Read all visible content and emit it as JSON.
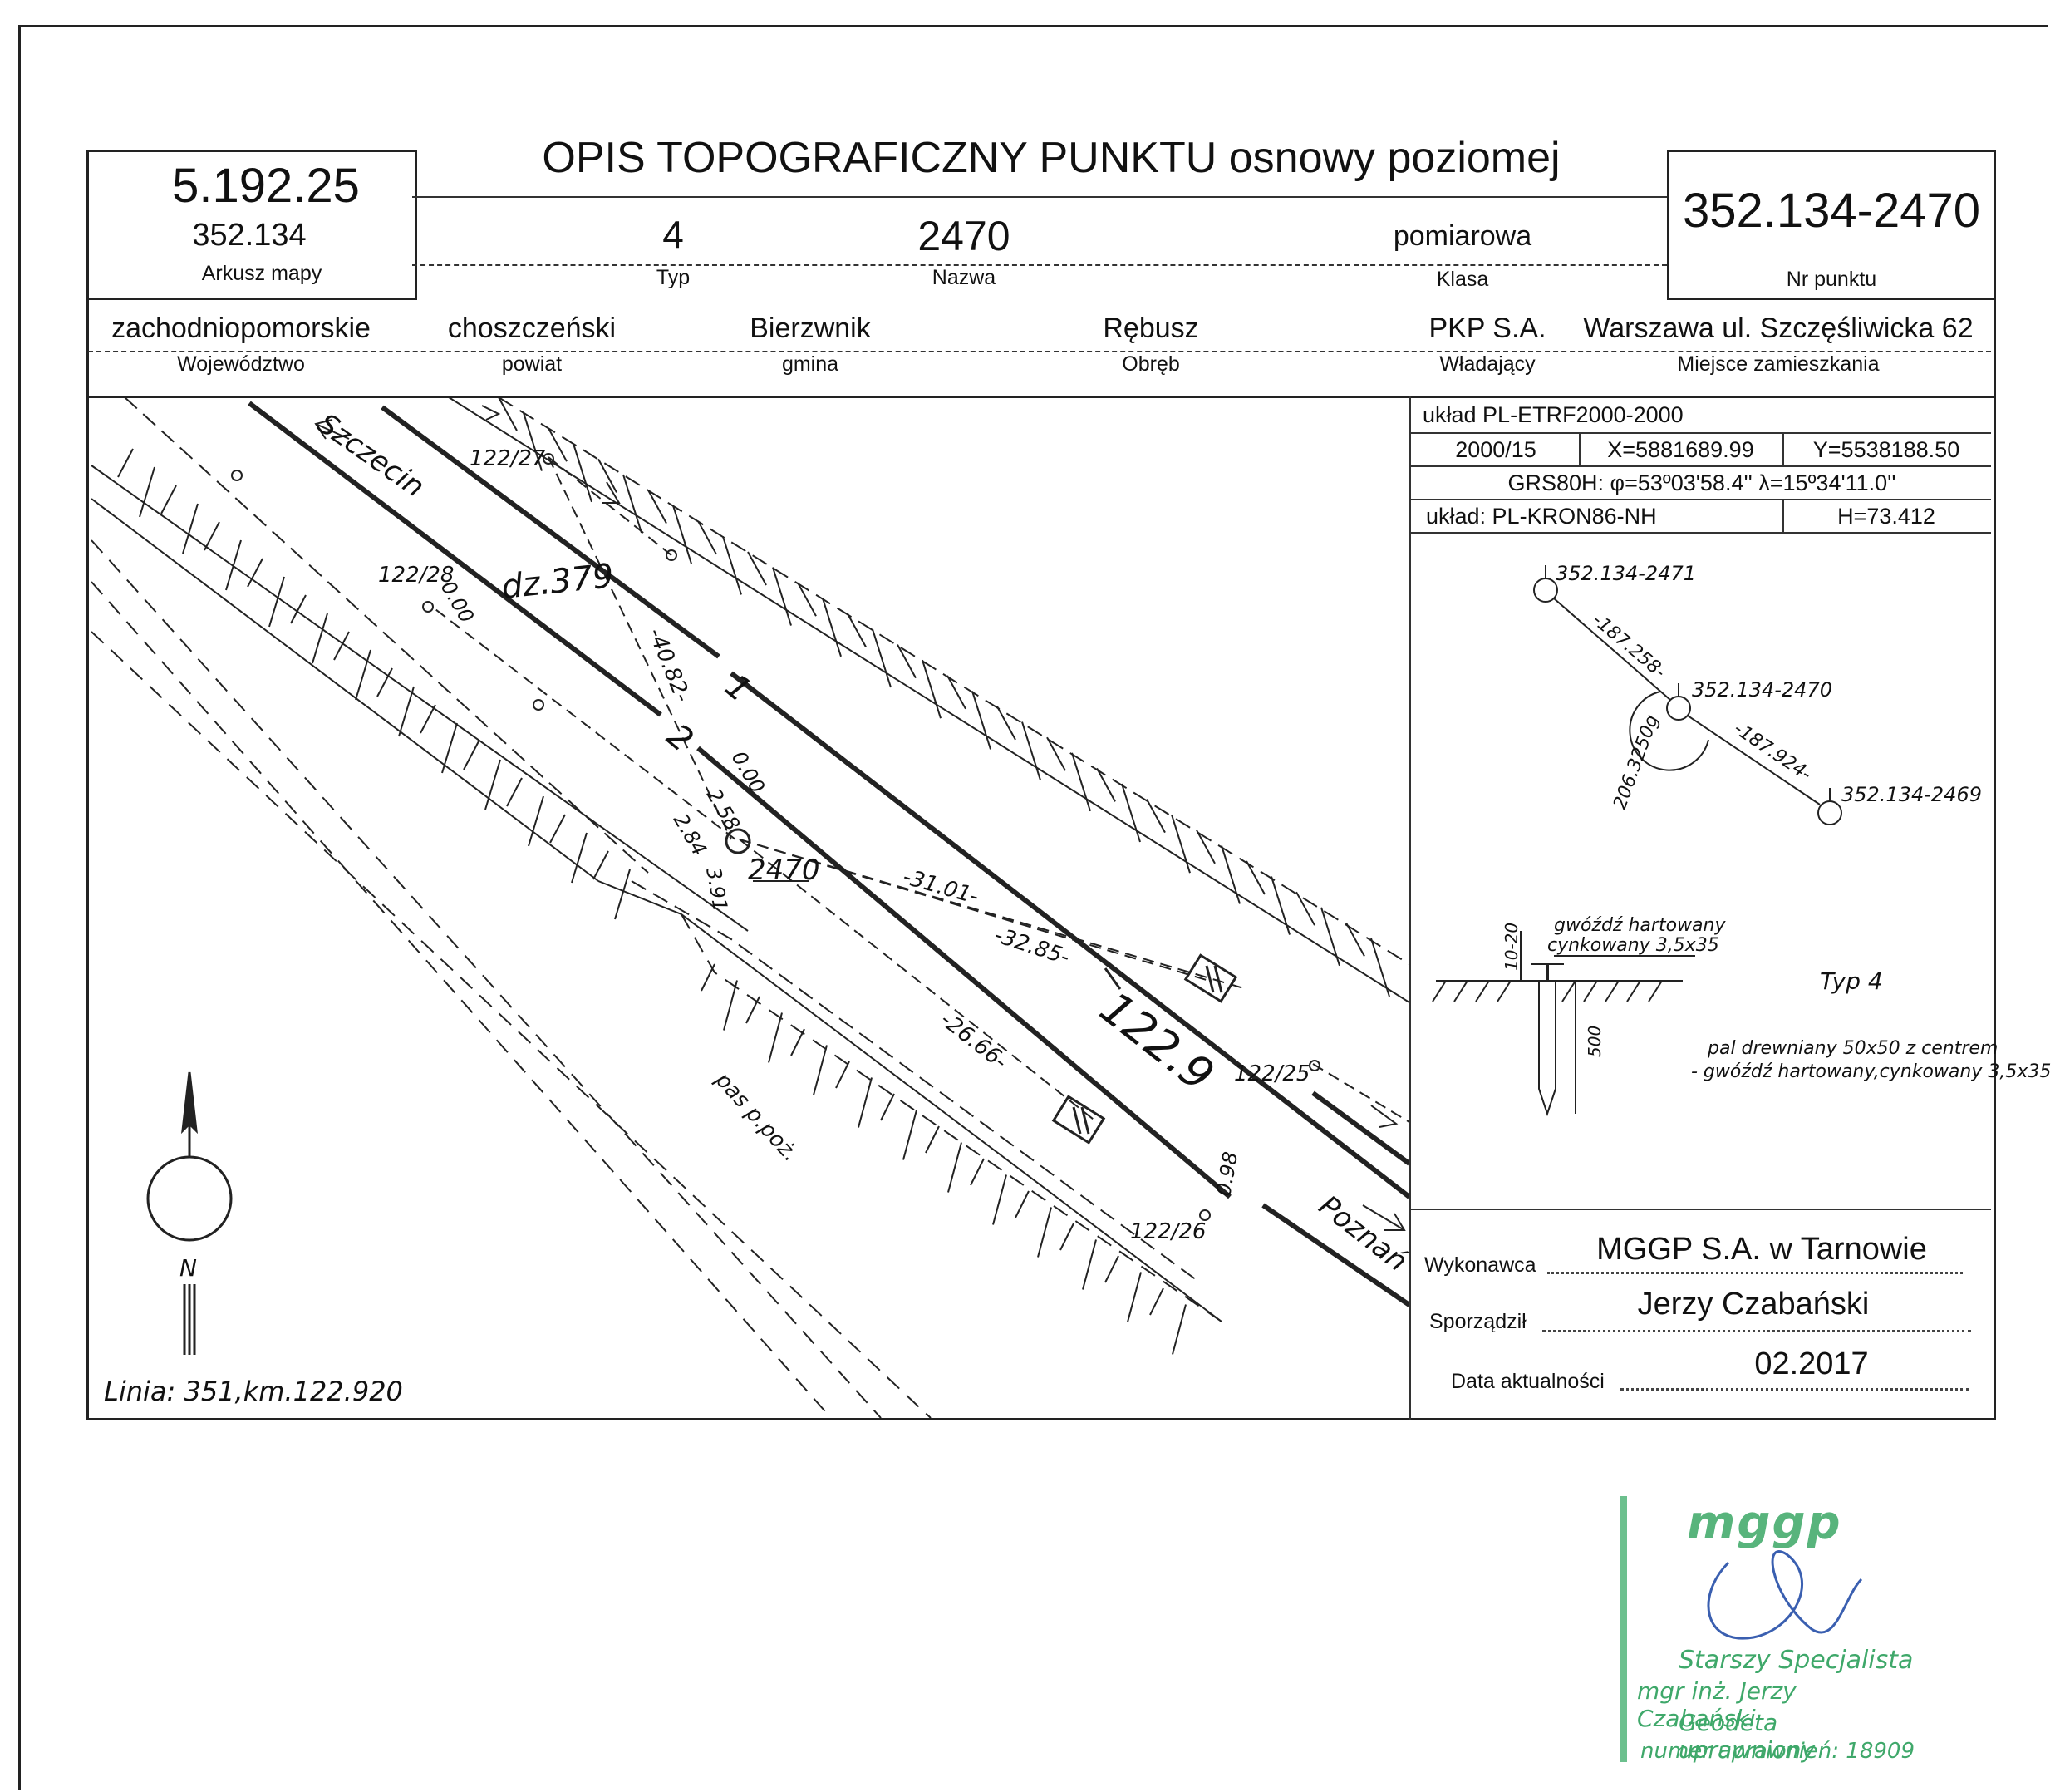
{
  "header": {
    "title": "OPIS TOPOGRAFICZNY PUNKTU osnowy poziomej",
    "sheet_code": "5.192.25",
    "sheet_number": "352.134",
    "sheet_label": "Arkusz mapy",
    "type_value": "4",
    "type_label": "Typ",
    "name_value": "2470",
    "name_label": "Nazwa",
    "class_value": "pomiarowa",
    "class_label": "Klasa",
    "point_number": "352.134-2470",
    "point_label": "Nr punktu"
  },
  "admin": {
    "voivodeship_value": "zachodniopomorskie",
    "voivodeship_label": "Województwo",
    "county_value": "choszczeński",
    "county_label": "powiat",
    "commune_value": "Bierzwnik",
    "commune_label": "gmina",
    "precinct_value": "Rębusz",
    "precinct_label": "Obręb",
    "owner_value": "PKP S.A.",
    "owner_label": "Władający",
    "residence_value": "Warszawa ul. Szczęśliwicka 62",
    "residence_label": "Miejsce zamieszkania"
  },
  "coords": {
    "system": "układ PL-ETRF2000-2000",
    "zone": "2000/15",
    "x": "X=5881689.99",
    "y": "Y=5538188.50",
    "grs": "GRS80H: φ=53º03'58.4'' λ=15º34'11.0''",
    "height_system": "układ: PL-KRON86-NH",
    "height": "H=73.412"
  },
  "network": {
    "p1": "352.134-2471",
    "p2": "352.134-2470",
    "p3": "352.134-2469",
    "d1": "-187.258-",
    "d2": "-187.924-",
    "angle": "206.3250g"
  },
  "marker": {
    "nail_line1": "gwóźdź hartowany",
    "nail_line2": "cynkowany 3,5x35",
    "depth_top": "10-20",
    "depth": "500",
    "type": "Typ 4",
    "post_line1": "pal drewniany 50x50 z centrem",
    "post_line2": "- gwóźdź hartowany,cynkowany 3,5x35"
  },
  "sketch": {
    "szczecin": "Szczecin",
    "poznan": "Poznań",
    "parcel": "dz.379",
    "point": "2470",
    "track1": "1",
    "track2": "2",
    "km": "122.9",
    "ref_12227": "122/27",
    "ref_12228": "122/28",
    "ref_12225": "122/25",
    "ref_12226": "122/26",
    "d_4082": "-40.82-",
    "d_3101": "-31.01-",
    "d_3285": "-32.85-",
    "d_2666": "-26.66-",
    "m_000a": "0.00",
    "m_000b": "0.00",
    "m_258": "2.58",
    "m_284": "2.84",
    "m_391": "3.91",
    "m_098": "0.98",
    "firebreak": "pas p.poż.",
    "north": "N",
    "line_info": "Linia: 351,km.122.920"
  },
  "footer": {
    "contractor_label": "Wykonawca",
    "contractor_value": "MGGP S.A.  w Tarnowie",
    "prepared_label": "Sporządził",
    "prepared_value": "Jerzy Czabański",
    "date_label": "Data aktualności",
    "date_value": "02.2017"
  },
  "stamp": {
    "logo": "mggp",
    "line1": "Starszy Specjalista",
    "line2": "mgr inż. Jerzy Czabański",
    "line3": "Geodeta uprawniony",
    "line4": "numer uprawnień: 18909",
    "color": "#3fa86a"
  }
}
